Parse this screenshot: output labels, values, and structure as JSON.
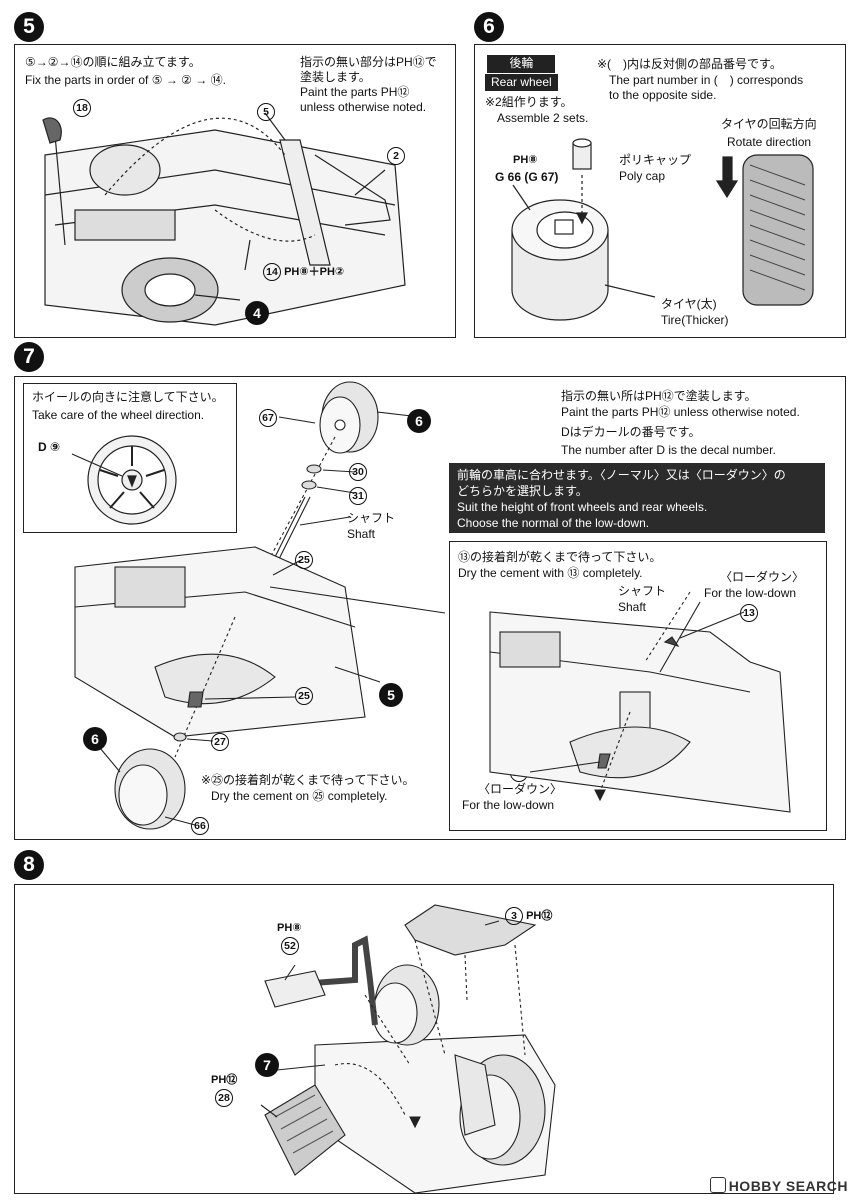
{
  "step5": {
    "num": "5",
    "text_jp": "⑤→②→⑭の順に組み立てます。",
    "text_en": "Fix the parts in order of ⑤ → ② → ⑭.",
    "paint_jp_1": "指示の無い部分はPH⑫で",
    "paint_jp_2": "塗装します。",
    "paint_en_1": "Paint the parts PH⑫",
    "paint_en_2": "unless otherwise noted.",
    "parts": {
      "p18": "18",
      "p5": "5",
      "p2": "2",
      "p14": "14",
      "p14_paint": "PH⑧＋PH②",
      "ref4": "4"
    }
  },
  "step6": {
    "num": "6",
    "title_jp": "後輪",
    "title_en": "Rear wheel",
    "note_jp": "※2組作ります。",
    "note_en": "Assemble 2 sets.",
    "side_jp": "※(　)内は反対側の部品番号です。",
    "side_en_1": "The part number in (　) corresponds",
    "side_en_2": "to the opposite side.",
    "paint": "PH⑧",
    "wheel_parts": "G 66 (G 67)",
    "polycap_jp": "ポリキャップ",
    "polycap_en": "Poly cap",
    "tire_jp": "タイヤ(太)",
    "tire_en": "Tire(Thicker)",
    "rotate_jp": "タイヤの回転方向",
    "rotate_en": "Rotate direction"
  },
  "step7": {
    "num": "7",
    "wheel_dir_jp": "ホイールの向きに注意して下さい。",
    "wheel_dir_en": "Take care of the wheel direction.",
    "decal": "D ⑨",
    "paint_jp": "指示の無い所はPH⑫で塗装します。",
    "paint_en": "Paint the parts PH⑫ unless otherwise noted.",
    "decal_jp": "Dはデカールの番号です。",
    "decal_en": "The number after D is the decal number.",
    "black_jp_1": "前輪の車高に合わせます。〈ノーマル〉又は〈ローダウン〉の",
    "black_jp_2": "どちらかを選択します。",
    "black_en_1": "Suit the height of front wheels and rear wheels.",
    "black_en_2": "Choose the normal of the low-down.",
    "cement13_jp": "⑬の接着剤が乾くまで待って下さい。",
    "cement13_en": "Dry the cement with ⑬ completely.",
    "lowdown_jp": "〈ローダウン〉",
    "lowdown_en": "For the low-down",
    "shaft_jp": "シャフト",
    "shaft_en": "Shaft",
    "cement25_jp": "※㉕の接着剤が乾くまで待って下さい。",
    "cement25_en": "Dry the cement on ㉕ completely.",
    "parts": {
      "p67": "67",
      "p30": "30",
      "p31": "31",
      "p25": "25",
      "p27": "27",
      "p66": "66",
      "p13": "13",
      "ref6": "6",
      "ref5": "5"
    }
  },
  "step8": {
    "num": "8",
    "parts": {
      "p52": "52",
      "p52_paint": "PH⑧",
      "p3": "3",
      "p3_paint": "PH⑫",
      "p28": "28",
      "p28_paint": "PH⑫",
      "ref7": "7"
    }
  },
  "watermark": "HOBBY SEARCH"
}
